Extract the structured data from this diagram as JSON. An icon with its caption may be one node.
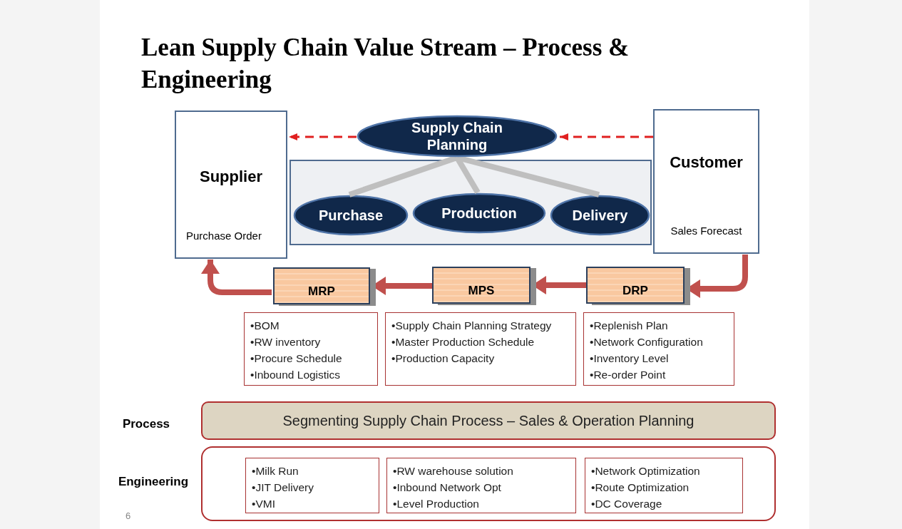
{
  "diagram": {
    "title": "Lean Supply Chain Value Stream – Process & Engineering",
    "nodes": [
      {
        "text": [
          "Supplier",
          "Purchase Order"
        ]
      },
      {
        "text": [
          "Supply Chain Planning"
        ]
      },
      {
        "text": [
          "Customer",
          "Sales Forecast"
        ]
      },
      {
        "text": [],
        "shape": "box"
      },
      {
        "text": [
          "Purchase"
        ],
        "in": 3
      },
      {
        "text": [
          "Production"
        ],
        "in": 3
      },
      {
        "text": [
          "Delivery"
        ],
        "in": 3
      },
      {
        "text": [
          "MRP"
        ]
      },
      {
        "text": [
          "MPS"
        ]
      },
      {
        "text": [
          "DRP"
        ]
      },
      {
        "text": [
          "•BOM",
          "•RW inventory",
          "•Procure Schedule",
          "•Inbound Logistics"
        ]
      },
      {
        "text": [
          "•Supply Chain Planning Strategy",
          "•Master Production Schedule",
          "•Production Capacity"
        ]
      },
      {
        "text": [
          "•Replenish Plan",
          "•Network Configuration",
          "•Inventory Level",
          "•Re-order Point"
        ]
      },
      {
        "text": [
          "Segmenting Supply Chain Process – Sales & Operation Planning"
        ],
        "beside": [
          "Process"
        ]
      },
      {
        "text": [],
        "shape": "box",
        "beside": [
          "Engineering"
        ]
      },
      {
        "text": [
          "•Milk Run",
          "•JIT Delivery",
          "•VMI"
        ],
        "in": 14
      },
      {
        "text": [
          "•RW warehouse solution",
          "•Inbound Network Opt",
          "•Level Production"
        ],
        "in": 14
      },
      {
        "text": [
          "•Network Optimization",
          "•Route Optimization",
          "•DC Coverage"
        ],
        "in": 14
      }
    ],
    "edges": [
      {
        "from": 1,
        "to": 0,
        "arrow": "to",
        "style": "dashed",
        "color": "#e02020"
      },
      {
        "from": 2,
        "to": 1,
        "arrow": "to",
        "style": "dashed",
        "color": "#e02020"
      },
      {
        "from": 1,
        "to": 4,
        "arrow": "none",
        "color": "#bfbfbf"
      },
      {
        "from": 1,
        "to": 5,
        "arrow": "none",
        "color": "#bfbfbf"
      },
      {
        "from": 1,
        "to": 6,
        "arrow": "none",
        "color": "#bfbfbf"
      },
      {
        "from": 2,
        "to": 9,
        "arrow": "to"
      },
      {
        "from": 9,
        "to": 8,
        "arrow": "to"
      },
      {
        "from": 8,
        "to": 7,
        "arrow": "to"
      },
      {
        "from": 7,
        "to": 0,
        "arrow": "to"
      }
    ],
    "labels": [
      "6"
    ]
  }
}
